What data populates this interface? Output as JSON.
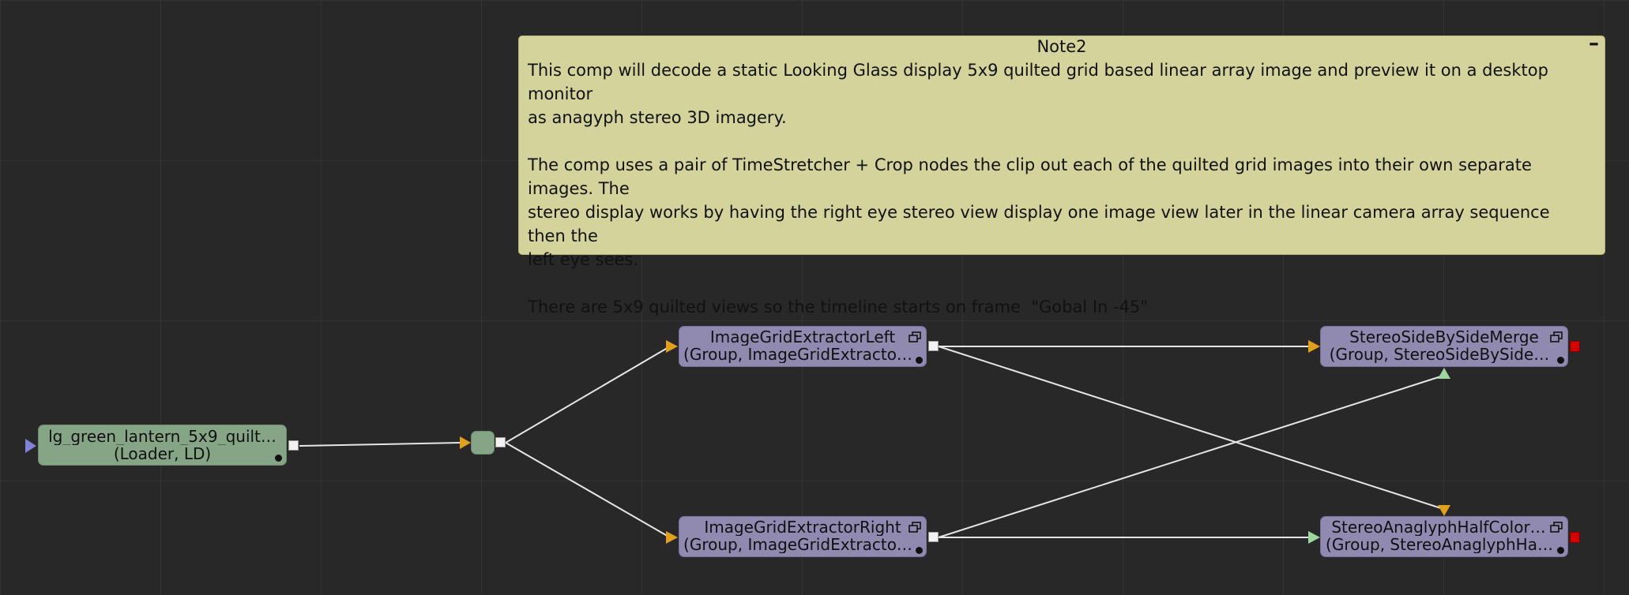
{
  "note": {
    "title": "Note2",
    "minimize_label": "–",
    "body": "This comp will decode a static Looking Glass display 5x9 quilted grid based linear array image and preview it on a desktop monitor\nas anagyph stereo 3D imagery.\n\nThe comp uses a pair of TimeStretcher + Crop nodes the clip out each of the quilted grid images into their own separate images. The\nstereo display works by having the right eye stereo view display one image view later in the linear camera array sequence then the\nleft eye sees.\n\nThere are 5x9 quilted views so the timeline starts on frame  \"Gobal In -45\""
  },
  "nodes": {
    "loader": {
      "line1": "lg_green_lantern_5x9_quilt…",
      "line2": "(Loader, LD)"
    },
    "left": {
      "line1": "ImageGridExtractorLeft",
      "line2": "(Group, ImageGridExtracto…"
    },
    "right": {
      "line1": "ImageGridExtractorRight",
      "line2": "(Group, ImageGridExtracto…"
    },
    "merge": {
      "line1": "StereoSideBySideMerge",
      "line2": "(Group, StereoSideBySide…"
    },
    "anaglyph": {
      "line1": "StereoAnaglyphHalfColor…",
      "line2": "(Group, StereoAnaglyphHa…"
    }
  },
  "colors": {
    "background": "#282828",
    "grid_line": "#333333",
    "note": "#d3d39b",
    "loader_node": "#86a586",
    "group_node": "#9089b0",
    "input_arrow": "#e0a21c",
    "green_input": "#9fd59f",
    "loader_input": "#7f84d6",
    "output_red": "#d20000",
    "wire": "#e6e6e6"
  },
  "icons": [
    "group-expand-icon",
    "input-arrow-icon",
    "output-port-icon"
  ]
}
